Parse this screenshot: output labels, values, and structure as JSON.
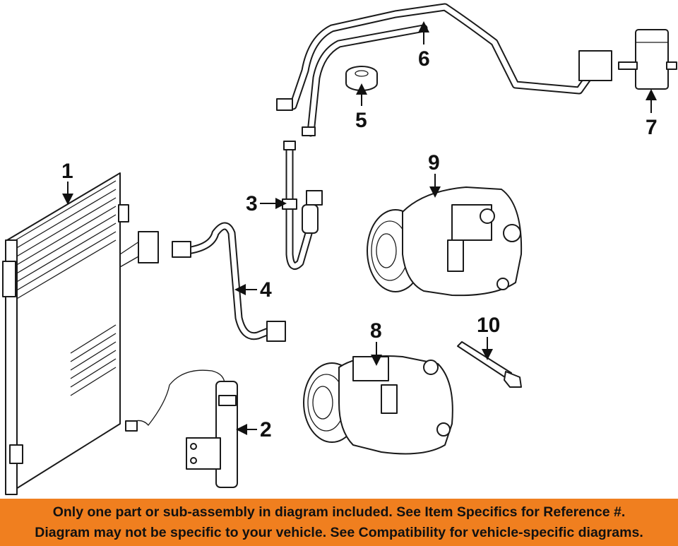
{
  "callouts": {
    "c1": "1",
    "c2": "2",
    "c3": "3",
    "c4": "4",
    "c5": "5",
    "c6": "6",
    "c7": "7",
    "c8": "8",
    "c9": "9",
    "c10": "10"
  },
  "banner": {
    "line1": "Only one part or sub-assembly in diagram included. See Item Specifics for Reference #.",
    "line2": "Diagram may not be specific to your vehicle. See Compatibility for vehicle-specific diagrams."
  },
  "colors": {
    "banner": "#f07f1f",
    "line": "#1a1a1a",
    "background": "#ffffff"
  }
}
